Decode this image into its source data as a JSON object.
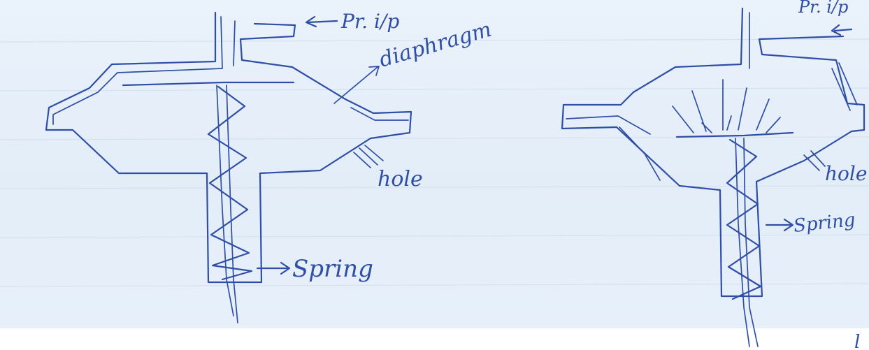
{
  "left_diagram": {
    "label_pressure_input": "Pr. i/p",
    "label_diaphragm": "diaphragm",
    "label_hole": "hole",
    "label_spring": "Spring"
  },
  "right_diagram": {
    "label_pressure_input": "Pr. i/p",
    "label_hole": "hole",
    "label_spring": "Spring",
    "label_partial": "l"
  },
  "colors": {
    "ink": "#2f4fa6",
    "paper": "#e6eff9"
  }
}
